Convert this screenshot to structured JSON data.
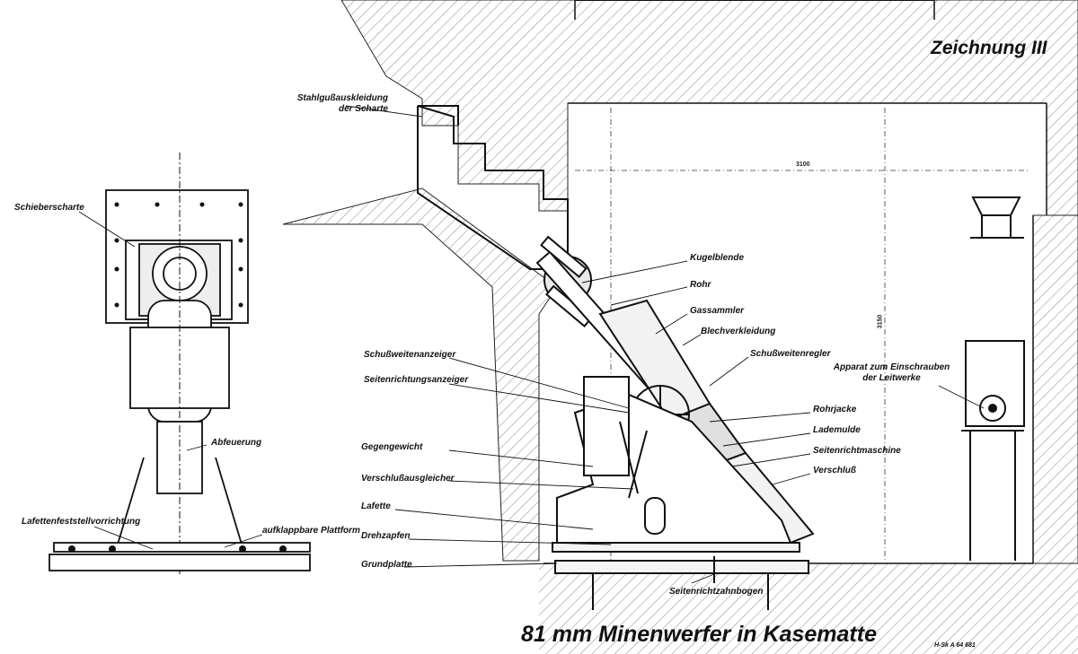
{
  "sheet": {
    "drawing_number": "Zeichnung III",
    "main_title": "81 mm Minenwerfer in Kasematte",
    "reference": "H-Sk A 64 681"
  },
  "dimensions": {
    "width_3100": "3100",
    "height_3150": "3150"
  },
  "left_view_labels": {
    "schieberscharte": "Schieberscharte",
    "abfeuerung": "Abfeuerung",
    "lafettenfeststellvorrichtung": "Lafettenfeststellvorrichtung",
    "aufklappbare_plattform": "aufklappbare Plattform"
  },
  "section_left_labels": {
    "stahlguss": "Stahlgußauskleidung der Scharte",
    "schussweitenanzeiger": "Schußweitenanzeiger",
    "seitenrichtungsanzeiger": "Seitenrichtungsanzeiger",
    "gegengewicht": "Gegengewicht",
    "verschlussausgleicher": "Verschlußausgleicher",
    "lafette": "Lafette",
    "drehzapfen": "Drehzapfen",
    "grundplatte": "Grundplatte"
  },
  "section_right_labels": {
    "kugelblende": "Kugelblende",
    "rohr": "Rohr",
    "gassammler": "Gassammler",
    "blechverkleidung": "Blechverkleidung",
    "schussweitenregler": "Schußweitenregler",
    "rohrjacke": "Rohrjacke",
    "lademulde": "Lademulde",
    "seitenrichtmaschine": "Seitenrichtmaschine",
    "verschluss": "Verschluß",
    "seitenrichtzahnbogen": "Seitenrichtzahnbogen",
    "apparat": "Apparat zum Einschrauben der Leitwerke"
  }
}
